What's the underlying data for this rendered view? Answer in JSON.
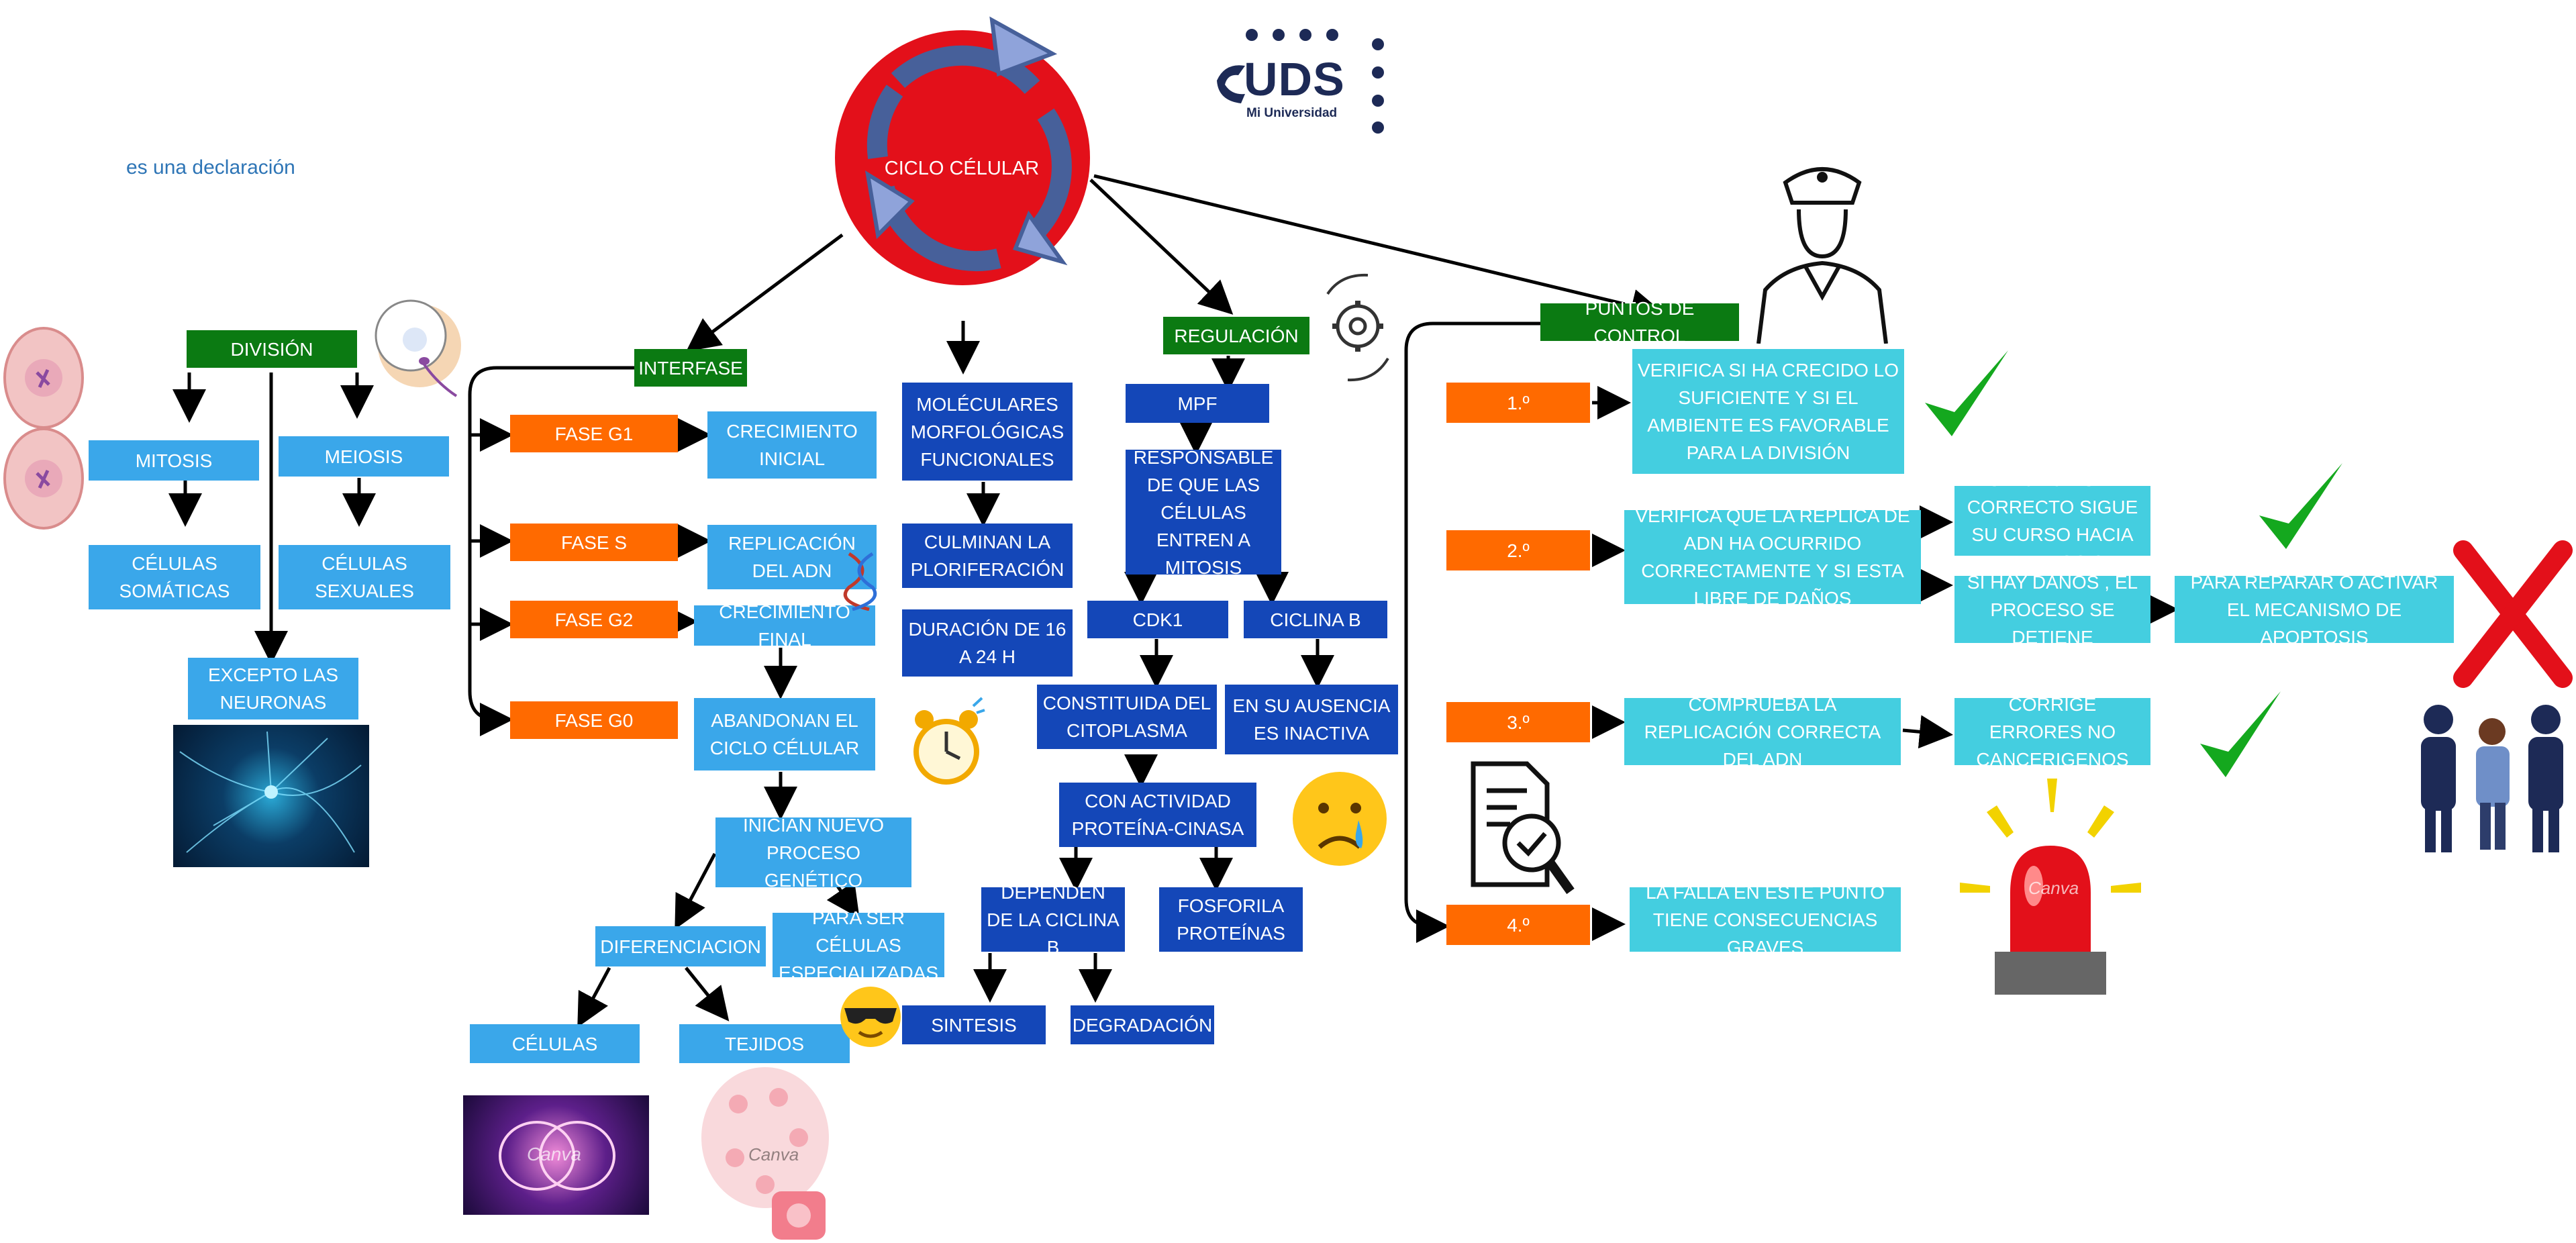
{
  "note": "es una declaración",
  "logo": {
    "text": "UDS",
    "subtitle": "Mi Universidad"
  },
  "center": {
    "label": "CICLO CÉLULAR"
  },
  "division": {
    "header": "DIVISIÓN",
    "mitosis": "MITOSIS",
    "meiosis": "MEIOSIS",
    "somatic": "CÉLULAS SOMÁTICAS",
    "sexual": "CÉLULAS SEXUALES",
    "except": "EXCEPTO LAS NEURONAS"
  },
  "interfase": {
    "header": "INTERFASE",
    "g1": "FASE G1",
    "s": "FASE S",
    "g2": "FASE G2",
    "g0": "FASE G0",
    "g1_desc": "CRECIMIENTO INICIAL",
    "s_desc": "REPLICACIÓN DEL ADN",
    "g2_desc": "CRECIMIENTO FINAL",
    "g0_desc": "ABANDONAN EL CICLO CÉLULAR",
    "new_process": "INICIAN NUEVO PROCESO GENÉTICO",
    "specialized": "PARA SER CÉLULAS ESPECIALIZADAS",
    "differentiation": "DIFERENCIACION",
    "cells": "CÉLULAS",
    "tissues": "TEJIDOS"
  },
  "middle": {
    "changes": "MOLÉCULARES MORFOLÓGICAS FUNCIONALES",
    "culminate": "CULMINAN LA PLORIFERACIÓN",
    "duration": "DURACIÓN DE 16 A 24 H"
  },
  "regulation": {
    "header": "REGULACIÓN",
    "mpf": "MPF",
    "responsible": "RESPONSABLE DE QUE LAS CÉLULAS ENTREN A MITOSIS",
    "cdk1": "CDK1",
    "cyclin": "CICLINA B",
    "cytoplasm": "CONSTITUIDA DEL CITOPLASMA",
    "absence": "EN SU AUSENCIA ES INACTIVA",
    "kinase": "CON ACTIVIDAD PROTEÍNA-CINASA",
    "depend": "DEPENDEN DE LA CICLINA B",
    "phosphorylate": "FOSFORILA PROTEÍNAS",
    "synthesis": "SINTESIS",
    "degradation": "DEGRADACIÓN"
  },
  "checkpoints": {
    "header": "PUNTOS DE CONTROL",
    "n1": "1.º",
    "n2": "2.º",
    "n3": "3.º",
    "n4": "4.º",
    "c1": "VERIFICA SI HA CRECIDO LO SUFICIENTE Y SI EL AMBIENTE ES FAVORABLE PARA LA DIVISIÓN",
    "c2": "VERIFICA QUE LA REPLICA DE ADN HA OCURRIDO CORRECTAMENTE Y SI ESTA LIBRE DE DAÑOS",
    "c2_yes": "SI TODO ESTA CORRECTO SIGUE SU CURSO HACIA LA MITOSIS",
    "c2_no": "SI HAY DAÑOS , EL PROCESO SE DETIENE",
    "c2_repair": "PARA REPARAR O ACTIVAR EL MECANISMO DE APOPTOSIS",
    "c3": "COMPRUEBA LA REPLICACIÓN CORRECTA DEL ADN",
    "c3_fix": "CORRIGE ERRORES NO CANCERIGENOS",
    "c4": "LA FALLA EN ESTE PUNTO TIENE CONSECUENCIAS GRAVES"
  },
  "watermark": "Canva",
  "colors": {
    "green": "#0b7a12",
    "orange": "#ff6a00",
    "light_blue": "#3aa7ea",
    "dark_blue": "#1447b8",
    "cyan": "#44cee0",
    "red": "#e3101a",
    "check": "#14a81e"
  }
}
